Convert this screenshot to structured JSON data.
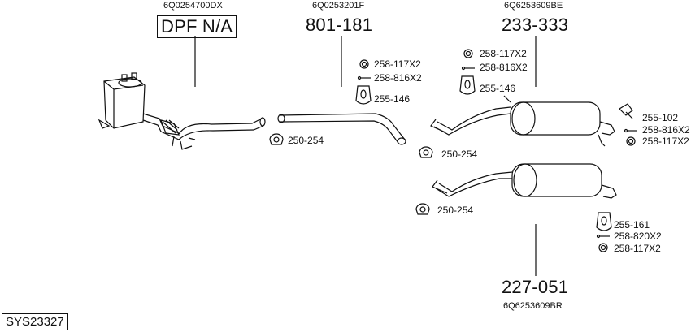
{
  "header_codes": {
    "dpf_oe": "6Q0254700DX",
    "front_pipe_oe": "6Q0253201F",
    "rear_upper_oe": "6Q6253609BE",
    "rear_lower_oe": "6Q6253609BR"
  },
  "parts": {
    "dpf": "DPF N/A",
    "front_pipe": "801-181",
    "rear_upper": "233-333",
    "rear_lower": "227-051"
  },
  "labels": {
    "a1": "258-117X2",
    "a2": "258-816X2",
    "a3": "255-146",
    "a4": "250-254",
    "b1": "258-117X2",
    "b2": "258-816X2",
    "b3": "255-146",
    "b4": "250-254",
    "c1": "255-102",
    "c2": "258-816X2",
    "c3": "258-117X2",
    "d1": "250-254",
    "e1": "255-161",
    "e2": "258-820X2",
    "e3": "258-117X2"
  },
  "system_code": "SYS23327"
}
